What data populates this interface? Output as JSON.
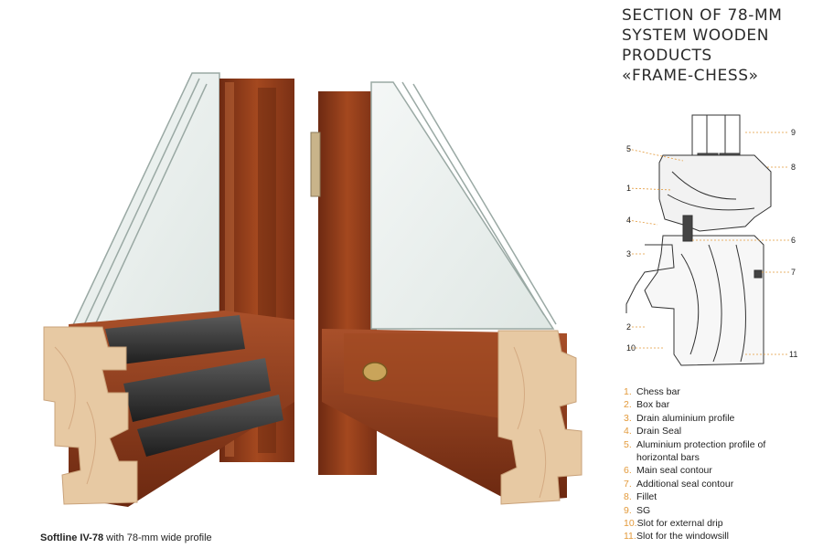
{
  "caption": {
    "bold": "Softline IV-78",
    "rest": " with 78-mm wide profile"
  },
  "title_lines": [
    "SECTION OF 78-MM",
    "SYSTEM WOODEN",
    "PRODUCTS",
    "«FRAME-CHESS»"
  ],
  "diagram_labels": {
    "l1": "1",
    "l2": "2",
    "l3": "3",
    "l4": "4",
    "l5": "5",
    "l6": "6",
    "l7": "7",
    "l8": "8",
    "l9": "9",
    "l10": "10",
    "l11": "11"
  },
  "legend": [
    {
      "num": "1.",
      "text": "Chess bar"
    },
    {
      "num": "2.",
      "text": "Box bar"
    },
    {
      "num": "3.",
      "text": "Drain aluminium profile"
    },
    {
      "num": "4.",
      "text": "Drain Seal"
    },
    {
      "num": "5.",
      "text": "Aluminium protection profile of horizontal bars"
    },
    {
      "num": "6.",
      "text": "Main seal contour"
    },
    {
      "num": "7.",
      "text": "Additional seal contour"
    },
    {
      "num": "8.",
      "text": "Fillet"
    },
    {
      "num": "9.",
      "text": "SG"
    },
    {
      "num": "10.",
      "text": "Slot for external drip"
    },
    {
      "num": "11.",
      "text": "Slot for the windowsill"
    }
  ],
  "colors": {
    "wood_dark": "#8a3a1c",
    "wood_light": "#e7c9a3",
    "aluminium": "#3a3a3a",
    "accent_number": "#e39a3b"
  }
}
